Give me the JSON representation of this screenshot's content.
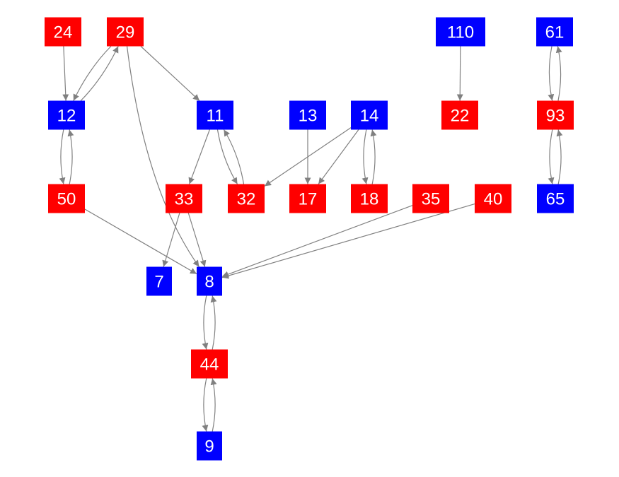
{
  "colors": {
    "red": "#ff0000",
    "blue": "#0000ff",
    "edge": "#808080"
  },
  "nodes": [
    {
      "id": "24",
      "color": "red"
    },
    {
      "id": "29",
      "color": "red"
    },
    {
      "id": "110",
      "color": "blue"
    },
    {
      "id": "61",
      "color": "blue"
    },
    {
      "id": "12",
      "color": "blue"
    },
    {
      "id": "11",
      "color": "blue"
    },
    {
      "id": "13",
      "color": "blue"
    },
    {
      "id": "14",
      "color": "blue"
    },
    {
      "id": "22",
      "color": "red"
    },
    {
      "id": "93",
      "color": "red"
    },
    {
      "id": "50",
      "color": "red"
    },
    {
      "id": "33",
      "color": "red"
    },
    {
      "id": "32",
      "color": "red"
    },
    {
      "id": "17",
      "color": "red"
    },
    {
      "id": "18",
      "color": "red"
    },
    {
      "id": "35",
      "color": "red"
    },
    {
      "id": "40",
      "color": "red"
    },
    {
      "id": "65",
      "color": "blue"
    },
    {
      "id": "7",
      "color": "blue"
    },
    {
      "id": "8",
      "color": "blue"
    },
    {
      "id": "44",
      "color": "red"
    },
    {
      "id": "9",
      "color": "blue"
    }
  ],
  "edges": [
    [
      "24",
      "12"
    ],
    [
      "29",
      "12"
    ],
    [
      "12",
      "29"
    ],
    [
      "29",
      "11"
    ],
    [
      "29",
      "8"
    ],
    [
      "12",
      "50"
    ],
    [
      "50",
      "12"
    ],
    [
      "50",
      "8"
    ],
    [
      "11",
      "33"
    ],
    [
      "11",
      "32"
    ],
    [
      "32",
      "11"
    ],
    [
      "13",
      "17"
    ],
    [
      "14",
      "32"
    ],
    [
      "14",
      "17"
    ],
    [
      "14",
      "18"
    ],
    [
      "18",
      "14"
    ],
    [
      "110",
      "22"
    ],
    [
      "61",
      "93"
    ],
    [
      "93",
      "61"
    ],
    [
      "93",
      "65"
    ],
    [
      "65",
      "93"
    ],
    [
      "33",
      "7"
    ],
    [
      "33",
      "8"
    ],
    [
      "35",
      "8"
    ],
    [
      "40",
      "8"
    ],
    [
      "8",
      "44"
    ],
    [
      "44",
      "8"
    ],
    [
      "44",
      "9"
    ],
    [
      "9",
      "44"
    ]
  ]
}
